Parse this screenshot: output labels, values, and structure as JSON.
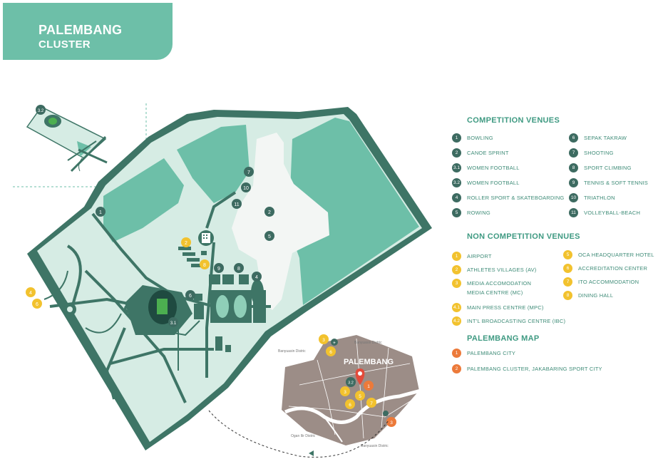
{
  "header": {
    "title_line1": "PALEMBANG",
    "title_line2": "CLUSTER"
  },
  "colors": {
    "accent": "#6dbfa8",
    "map_border": "#3e7566",
    "park_light": "#d6ece4",
    "park_mid": "#6dbfa8",
    "lake": "#f3f6f4",
    "badge_dark": "#3d6b61",
    "badge_yellow": "#f2c22e",
    "badge_orange": "#ec7a3a",
    "city_fill": "#9c8d87"
  },
  "competition": {
    "title": "COMPETITION VENUES",
    "left": [
      {
        "num": "1",
        "label": "BOWLING"
      },
      {
        "num": "2",
        "label": "CANOE SPRINT"
      },
      {
        "num": "3.1",
        "label": "WOMEN FOOTBALL"
      },
      {
        "num": "3.2",
        "label": "WOMEN FOOTBALL"
      },
      {
        "num": "4",
        "label": "ROLLER SPORT & SKATEBOARDING"
      },
      {
        "num": "5",
        "label": "ROWING"
      }
    ],
    "right": [
      {
        "num": "6",
        "label": "SEPAK TAKRAW"
      },
      {
        "num": "7",
        "label": "SHOOTING"
      },
      {
        "num": "8",
        "label": "SPORT CLIMBING"
      },
      {
        "num": "9",
        "label": "TENNIS & SOFT TENNIS"
      },
      {
        "num": "10",
        "label": "TRIATHLON"
      },
      {
        "num": "11",
        "label": "VOLLEYBALL-BEACH"
      }
    ]
  },
  "noncompetition": {
    "title": "NON COMPETITION VENUES",
    "left": [
      {
        "num": "1",
        "label": "AIRPORT"
      },
      {
        "num": "2",
        "label": "ATHLETES VILLAGES (AV)"
      },
      {
        "num": "3",
        "label": "MEDIA ACCOMODATION",
        "subline": "MEDIA CENTRE (MC)"
      },
      {
        "num": "4.1",
        "label": "MAIN PRESS CENTRE (MPC)"
      },
      {
        "num": "4.2",
        "label": "INT'L BROADCASTING CENTRE (IBC)"
      }
    ],
    "right": [
      {
        "num": "5",
        "label": "OCA HEADQUARTER HOTEL"
      },
      {
        "num": "6",
        "label": "ACCREDITATION CENTER"
      },
      {
        "num": "7",
        "label": "ITO ACCOMMODATION"
      },
      {
        "num": "8",
        "label": "DINING HALL"
      }
    ]
  },
  "palembang_map": {
    "title": "PALEMBANG MAP",
    "items": [
      {
        "num": "1",
        "label": "PALEMBANG CITY"
      },
      {
        "num": "2",
        "label": "PALEMBANG CLUSTER,  JAKABARING SPORT CITY"
      }
    ]
  },
  "map_markers": {
    "m1": "1",
    "m2": "2",
    "m5": "5",
    "m7": "7",
    "m10": "10",
    "m11": "11",
    "m6": "6",
    "m4": "4",
    "m9": "9",
    "m8": "8",
    "m31": "3.1",
    "m32": "3.2",
    "y2": "2",
    "y8": "8",
    "y4": "4",
    "y6": "6"
  },
  "inset": {
    "city_label": "PALEMBANG",
    "district_1": "Banyuasin Distric",
    "district_2": "Banyuasin Distric",
    "district_3": "Ogan Ilir Distric",
    "district_4": "Banyuasin Distric",
    "markers": {
      "y3": "3",
      "y6": "6",
      "m32": "3.2",
      "o1": "1",
      "y3b": "3",
      "y5": "5",
      "y6b": "6",
      "y7": "7",
      "o3": "3"
    }
  }
}
